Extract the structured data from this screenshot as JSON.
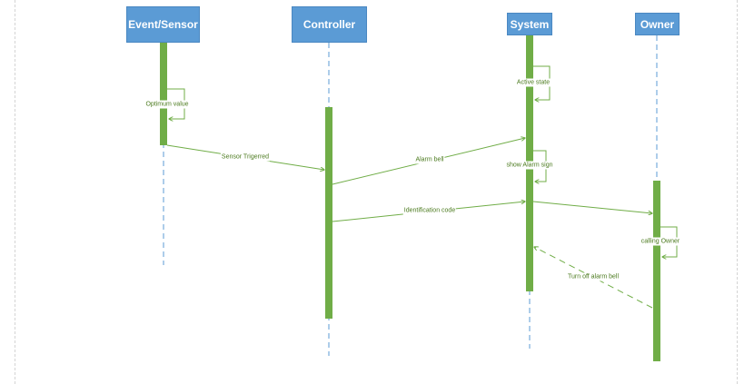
{
  "actors": {
    "event_sensor": "Event/Sensor",
    "controller": "Controller",
    "system": "System",
    "owner": "Owner"
  },
  "messages": {
    "optimum_value": "Optimum value",
    "sensor_triggered": "Sensor Trigerred",
    "alarm_bell": "Alarm bell",
    "active_state": "Active state",
    "show_alarm_sign": "show Alarm sign",
    "identification_code": "Identification code",
    "calling_owner": "calling Owner",
    "turn_off_alarm_bell": "Turn off alarm bell"
  },
  "colors": {
    "actor_fill": "#5b9bd5",
    "activation": "#70ad47",
    "lifeline": "#5b9bd5",
    "message": "#70ad47"
  }
}
